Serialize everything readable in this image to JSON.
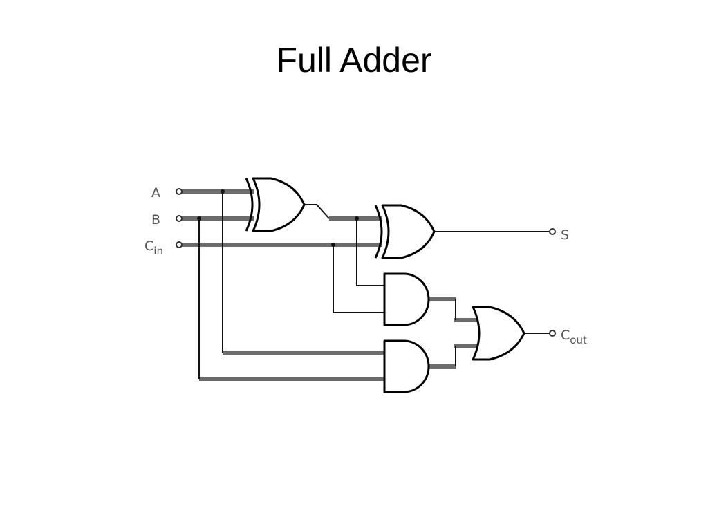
{
  "slide": {
    "title": "Full Adder"
  },
  "circuit": {
    "inputs": [
      {
        "name": "A"
      },
      {
        "name": "B"
      },
      {
        "name": "C",
        "subscript": "in"
      }
    ],
    "outputs": [
      {
        "name": "S"
      },
      {
        "name": "C",
        "subscript": "out"
      }
    ],
    "gates": [
      "XOR",
      "XOR",
      "AND",
      "AND",
      "OR"
    ],
    "colors": {
      "gate_stroke": "#000000",
      "wire_gray": "#6b6b6b",
      "wire_black": "#111111",
      "label": "#555555",
      "background": "#ffffff"
    }
  }
}
